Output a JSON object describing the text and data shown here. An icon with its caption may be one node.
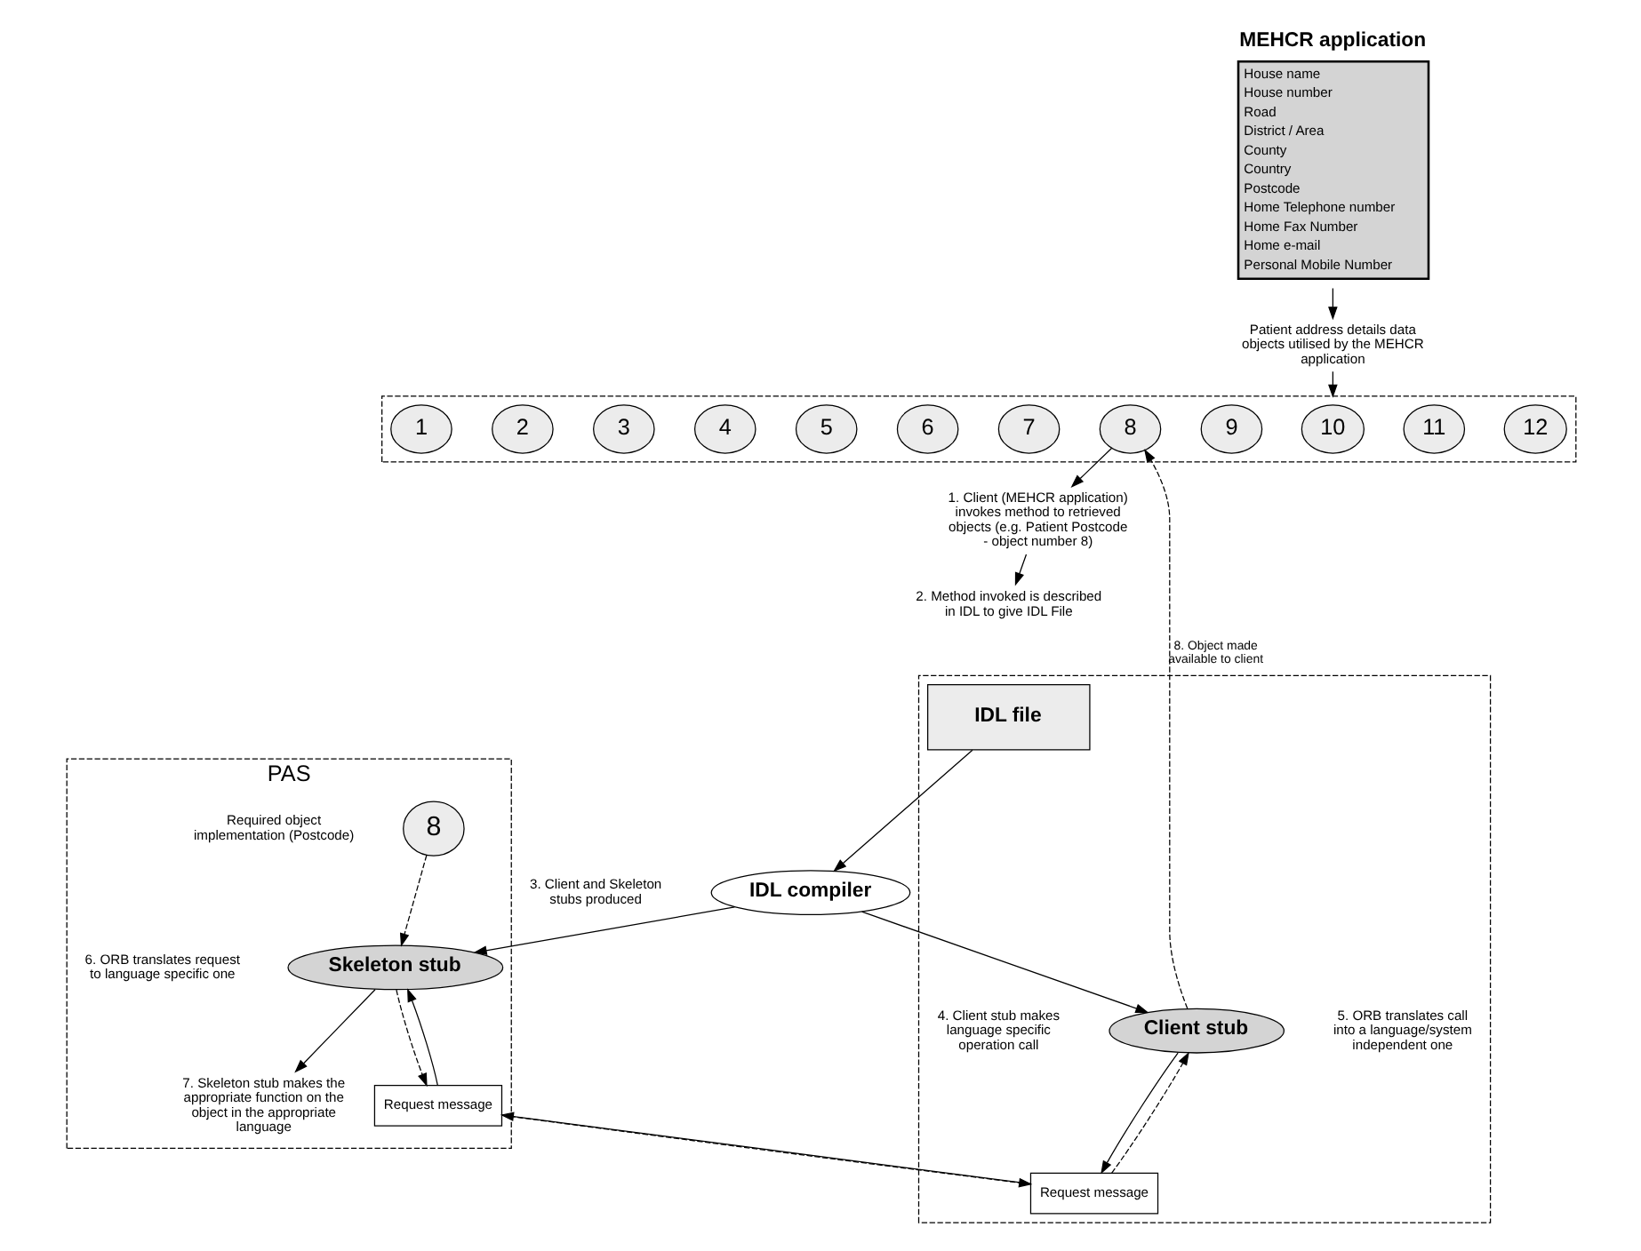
{
  "diagram": {
    "nodes": [
      {
        "text": [
          "MEHCR application",
          "House name",
          "House number",
          "Road",
          "District / Area",
          "County",
          "Country",
          "Postcode",
          "Home Telephone number",
          "Home Fax Number",
          "Home e-mail",
          "Personal Mobile Number"
        ]
      },
      {
        "text": [
          "Patient address details data objects utilised by the MEHCR application"
        ]
      },
      {
        "text": [],
        "shape": "box"
      },
      {
        "text": [
          "1"
        ],
        "in": 2
      },
      {
        "text": [
          "2"
        ],
        "in": 2
      },
      {
        "text": [
          "3"
        ],
        "in": 2
      },
      {
        "text": [
          "4"
        ],
        "in": 2
      },
      {
        "text": [
          "5"
        ],
        "in": 2
      },
      {
        "text": [
          "6"
        ],
        "in": 2
      },
      {
        "text": [
          "7"
        ],
        "in": 2
      },
      {
        "text": [
          "8"
        ],
        "in": 2
      },
      {
        "text": [
          "9"
        ],
        "in": 2
      },
      {
        "text": [
          "10"
        ],
        "in": 2
      },
      {
        "text": [
          "11"
        ],
        "in": 2
      },
      {
        "text": [
          "12"
        ],
        "in": 2
      },
      {
        "text": [
          "1. Client (MEHCR application) invokes method to retrieved objects (e.g. Patient Postcode - object number 8)"
        ]
      },
      {
        "text": [
          "2. Method invoked is described in IDL to give IDL File"
        ]
      },
      {
        "text": [
          "PAS"
        ]
      },
      {
        "text": [
          "8"
        ],
        "in": 17,
        "beside": [
          "Required object implementation (Postcode)"
        ]
      },
      {
        "text": [
          "7. Skeleton stub makes the appropriate function on the object in the appropriate language"
        ],
        "in": 17
      },
      {
        "text": [
          "Skeleton stub"
        ],
        "in": 17,
        "beside": [
          "6. ORB translates request to language specific one"
        ]
      },
      {
        "text": [
          "Request message"
        ],
        "in": 17
      },
      {
        "text": [],
        "shape": "box"
      },
      {
        "text": [
          "IDL file"
        ],
        "in": 22
      },
      {
        "text": [
          "IDL compiler"
        ],
        "beside": [
          "3. Client and Skeleton stubs produced"
        ]
      },
      {
        "text": [
          "Client stub"
        ],
        "in": 22,
        "beside": [
          "4. Client stub makes language specific operation call",
          "5. ORB translates call into a language/system independent one"
        ]
      },
      {
        "text": [
          "Request message"
        ],
        "in": 22
      }
    ],
    "edges": [
      {
        "from": 0,
        "to": 1,
        "arrow": "to"
      },
      {
        "from": 1,
        "to": 2,
        "arrow": "to"
      },
      {
        "from": 10,
        "to": 15,
        "arrow": "to"
      },
      {
        "from": 15,
        "to": 16,
        "arrow": "to"
      },
      {
        "from": 23,
        "to": 24,
        "arrow": "to"
      },
      {
        "from": 24,
        "to": 20,
        "arrow": "to"
      },
      {
        "from": 24,
        "to": 25,
        "arrow": "to"
      },
      {
        "from": 25,
        "to": 26,
        "arrow": "to"
      },
      {
        "from": 26,
        "to": 25,
        "arrow": "to",
        "style": "dashed"
      },
      {
        "from": 26,
        "to": 21,
        "arrow": "to"
      },
      {
        "from": 21,
        "to": 26,
        "arrow": "to",
        "style": "dashed"
      },
      {
        "from": 21,
        "to": 20,
        "arrow": "to"
      },
      {
        "from": 20,
        "to": 21,
        "arrow": "to",
        "style": "dashed"
      },
      {
        "from": 20,
        "to": 19,
        "arrow": "to"
      },
      {
        "from": 18,
        "to": 20,
        "arrow": "to",
        "style": "dashed"
      },
      {
        "from": 25,
        "to": 10,
        "arrow": "to",
        "style": "dashed",
        "label": "8. Object made available to client"
      }
    ]
  }
}
